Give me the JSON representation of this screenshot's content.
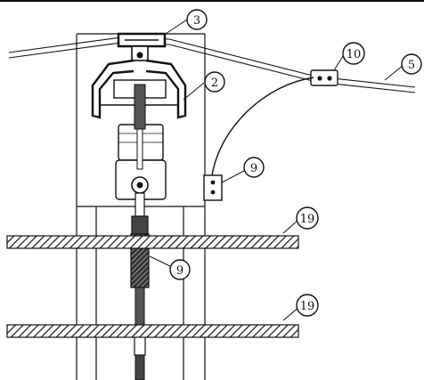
{
  "labels": {
    "top_clamp": "3",
    "hanger": "2",
    "clip_upper": "10",
    "cable": "5",
    "bracket": "9",
    "rod_mark": "9",
    "beam_upper": "19",
    "beam_lower": "19"
  },
  "colors": {
    "line": "#111111",
    "background": "#ffffff"
  }
}
